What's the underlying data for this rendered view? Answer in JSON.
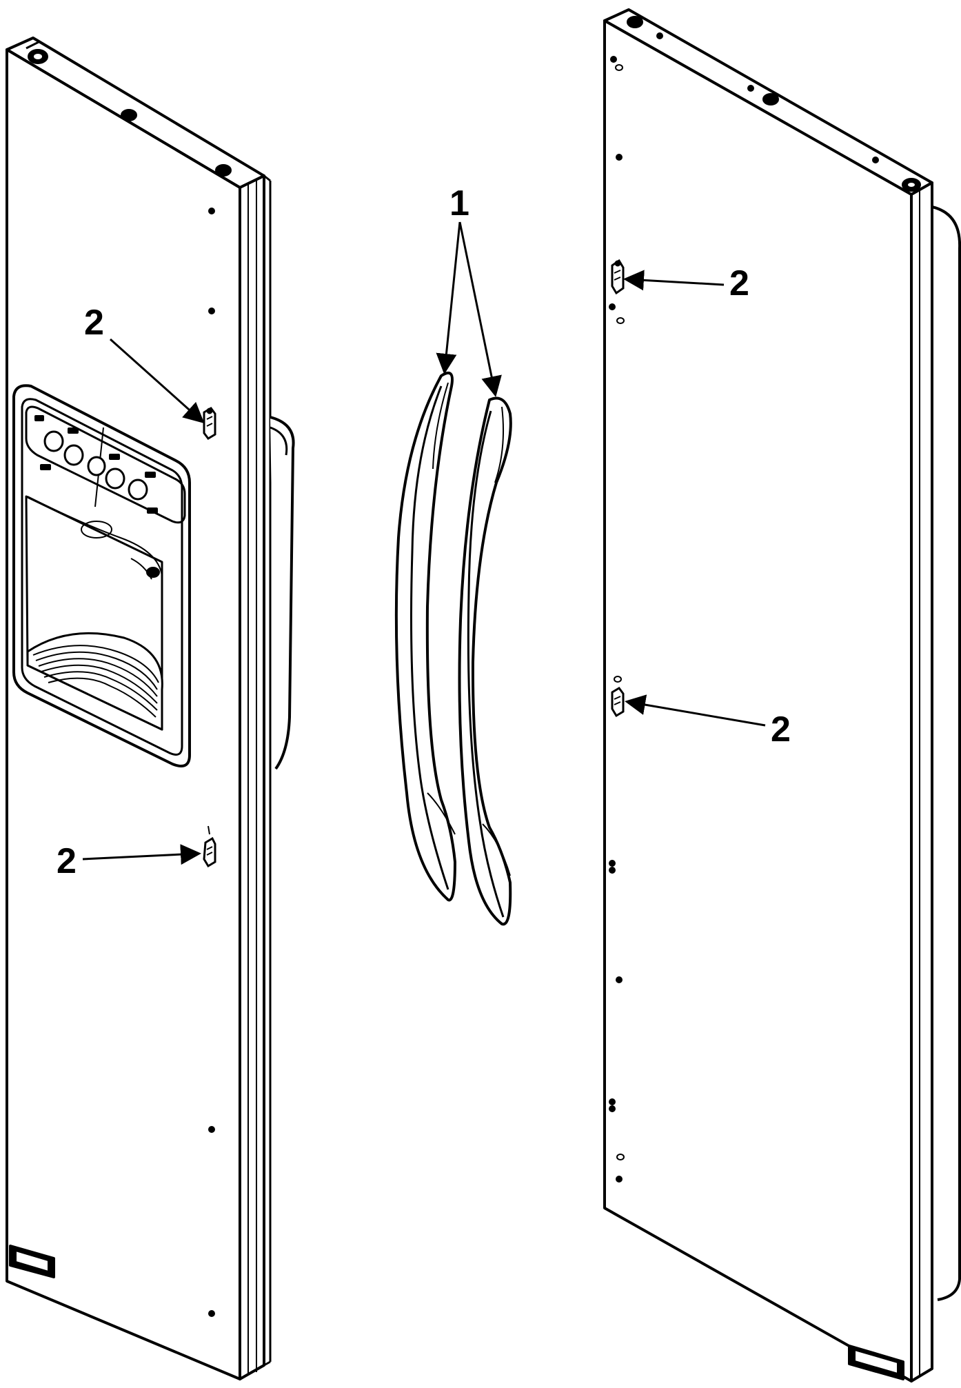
{
  "callouts": {
    "handle": "1",
    "plug_left_upper": "2",
    "plug_left_lower": "2",
    "plug_right_upper": "2",
    "plug_right_lower": "2"
  },
  "colors": {
    "line": "#000000",
    "background": "#ffffff"
  }
}
